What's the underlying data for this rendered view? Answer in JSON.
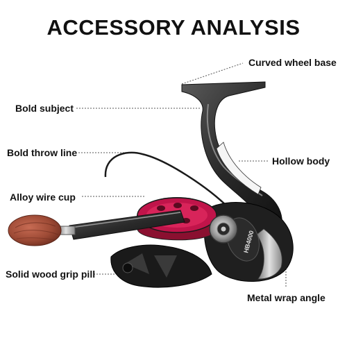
{
  "title": "ACCESSORY ANALYSIS",
  "labels": {
    "curved_wheel_base": "Curved wheel base",
    "bold_subject": "Bold subject",
    "bold_throw_line": "Bold throw line",
    "hollow_body": "Hollow body",
    "alloy_wire_cup": "Alloy wire cup",
    "solid_wood_grip": "Solid wood grip pill",
    "metal_wrap_angle": "Metal wrap angle"
  },
  "reel_model": "HB4000",
  "colors": {
    "text": "#111111",
    "leader": "#555555",
    "reel_dark": "#1e1e1e",
    "reel_silver": "#b9b9b9",
    "spool_red": "#c0144a",
    "wood": "#a3523d"
  }
}
